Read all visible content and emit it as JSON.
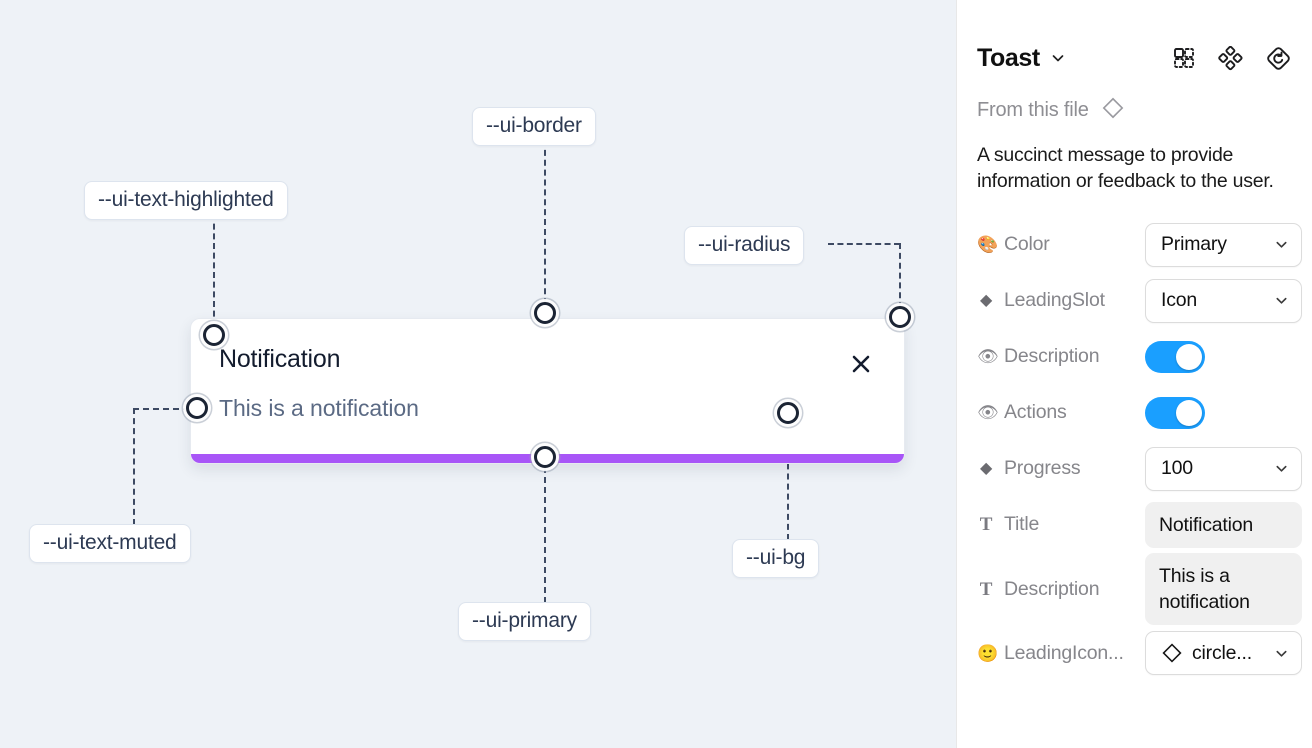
{
  "canvas": {
    "background_color": "#eef2f7",
    "toast": {
      "title": "Notification",
      "description": "This is a notification",
      "close_icon": "close-x-icon",
      "progress_color": "#a855f7"
    },
    "annotations": [
      {
        "id": "text-highlighted",
        "label": "--ui-text-highlighted"
      },
      {
        "id": "border",
        "label": "--ui-border"
      },
      {
        "id": "radius",
        "label": "--ui-radius"
      },
      {
        "id": "text-muted",
        "label": "--ui-text-muted"
      },
      {
        "id": "primary",
        "label": "--ui-primary"
      },
      {
        "id": "bg",
        "label": "--ui-bg"
      }
    ]
  },
  "panel": {
    "title": "Toast",
    "title_chevron_icon": "chevron-down-icon",
    "header_icons": [
      {
        "name": "component-grid-icon"
      },
      {
        "name": "four-diamond-icon"
      },
      {
        "name": "reset-diamond-icon"
      }
    ],
    "from_file": {
      "label": "From this file",
      "icon": "diamond-icon"
    },
    "description": "A succinct message to provide information or feedback to the user.",
    "properties": [
      {
        "icon": "palette-emoji",
        "icon_glyph": "🎨",
        "label": "Color",
        "type": "select",
        "value": "Primary"
      },
      {
        "icon": "diamond-icon",
        "icon_glyph": "◆",
        "label": "LeadingSlot",
        "type": "select",
        "value": "Icon"
      },
      {
        "icon": "eye-emoji",
        "icon_glyph": "👁",
        "label": "Description",
        "type": "toggle",
        "value": "on"
      },
      {
        "icon": "eye-emoji",
        "icon_glyph": "👁",
        "label": "Actions",
        "type": "toggle",
        "value": "on"
      },
      {
        "icon": "diamond-icon",
        "icon_glyph": "◆",
        "label": "Progress",
        "type": "select",
        "value": "100"
      },
      {
        "icon": "text-t-icon",
        "icon_glyph": "T",
        "label": "Title",
        "type": "text",
        "value": "Notification"
      },
      {
        "icon": "text-t-icon",
        "icon_glyph": "T",
        "label": "Description",
        "type": "text",
        "value": "This is a notification"
      },
      {
        "icon": "smiley-emoji",
        "icon_glyph": "🙂",
        "label": "LeadingIcon...",
        "type": "icon-select",
        "value": "circle..."
      }
    ]
  }
}
